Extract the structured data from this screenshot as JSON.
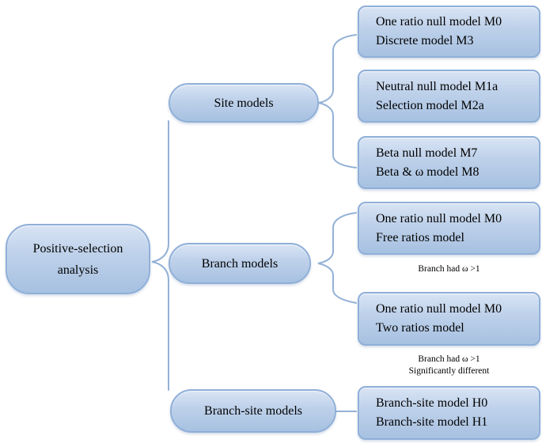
{
  "diagram": {
    "root": {
      "line1": "Positive-selection",
      "line2": "analysis"
    },
    "nodes": {
      "site": "Site models",
      "branch": "Branch models",
      "branch_site": "Branch-site models"
    },
    "boxes": {
      "b1": {
        "line1": "One ratio null model M0",
        "line2": "Discrete model M3"
      },
      "b2": {
        "line1": "Neutral null model M1a",
        "line2": "Selection model M2a"
      },
      "b3": {
        "line1": "Beta null model M7",
        "line2": "Beta & ω model M8"
      },
      "b4": {
        "line1": "One ratio null model M0",
        "line2": "Free ratios model"
      },
      "b5": {
        "line1": "One ratio null model M0",
        "line2": "Two ratios model"
      },
      "b6": {
        "line1": "Branch-site model H0",
        "line2": "Branch-site model H1"
      }
    },
    "annotations": {
      "a1": "Branch had ω >1",
      "a2_line1": "Branch had ω >1",
      "a2_line2": "Significantly different"
    },
    "colors": {
      "shape_fill_top": "#d9e4f4",
      "shape_fill_bottom": "#a7c1e1",
      "shape_border": "#8fafd8",
      "connector": "#93b1d6",
      "text": "#000000",
      "background": "#ffffff"
    }
  }
}
